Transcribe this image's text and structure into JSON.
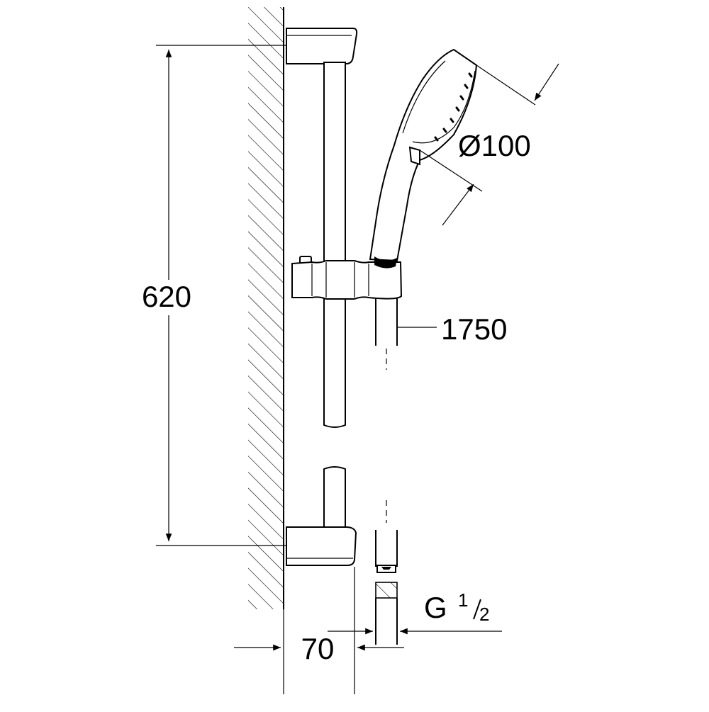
{
  "dimensions": {
    "height": "620",
    "diameter": "Ø100",
    "hose_length": "1750",
    "thread_main": "G",
    "thread_num": "1",
    "thread_den": "2",
    "wall_offset": "70"
  }
}
